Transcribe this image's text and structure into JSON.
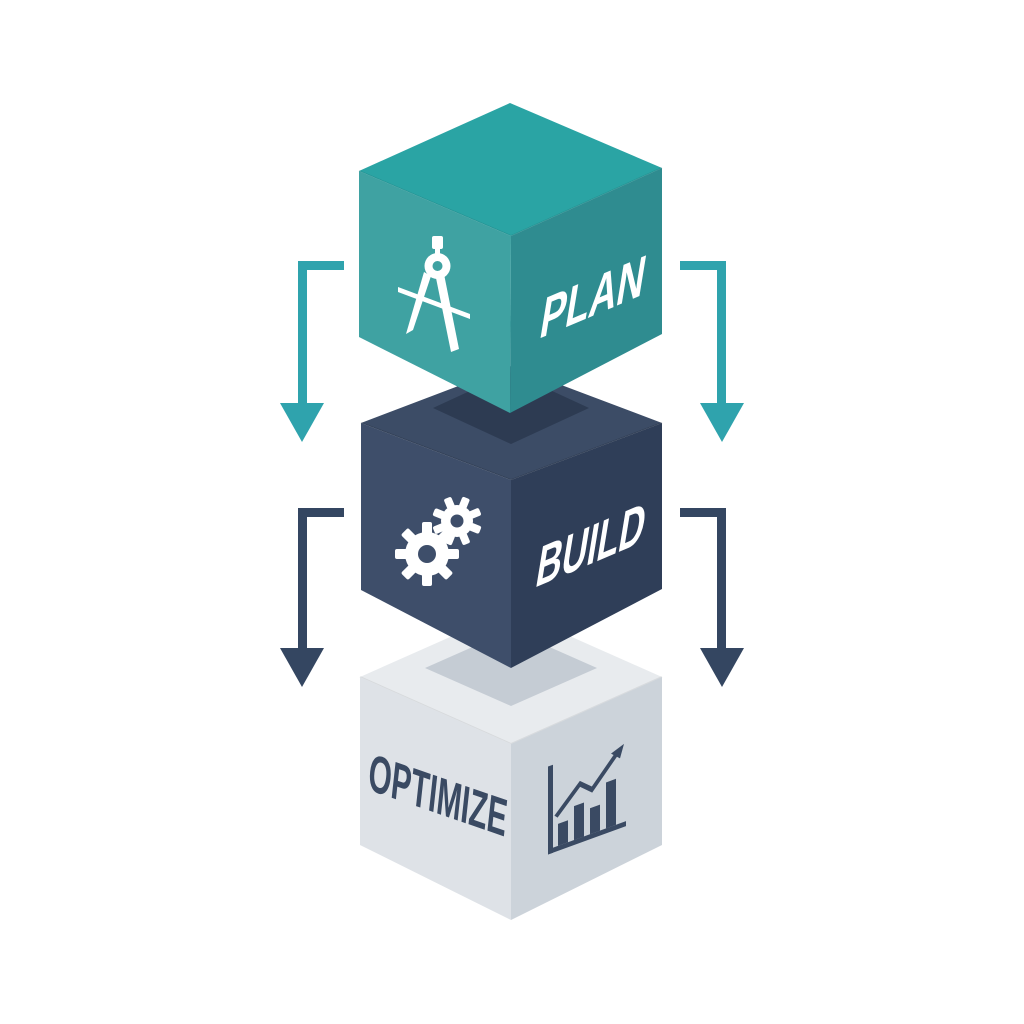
{
  "diagram": {
    "name": "plan-build-optimize-process",
    "background": "#ffffff",
    "steps": [
      {
        "label": "PLAN",
        "icon": "drafting-compass-icon",
        "label_color": "#ffffff",
        "icon_color": "#ffffff",
        "face_colors": {
          "top": "#2aa4a4",
          "left": "#3fa2a2",
          "right": "#2f8c90"
        }
      },
      {
        "label": "BUILD",
        "icon": "gears-icon",
        "label_color": "#ffffff",
        "icon_color": "#ffffff",
        "face_colors": {
          "top": "#3c4c66",
          "left": "#3e4e6a",
          "right": "#2f3e58"
        }
      },
      {
        "label": "OPTIMIZE",
        "icon": "bar-chart-growth-icon",
        "label_color": "#3a4a63",
        "icon_color": "#3a4a63",
        "face_colors": {
          "top": "#e8ebee",
          "left": "#dee2e7",
          "right": "#ccd3da"
        }
      }
    ],
    "shadows": {
      "on_build_top": "#2d3b52",
      "on_optimize_top": "#c5ccd4"
    },
    "arrow_colors": {
      "teal": "#2fa3ad",
      "navy": "#344661"
    }
  }
}
